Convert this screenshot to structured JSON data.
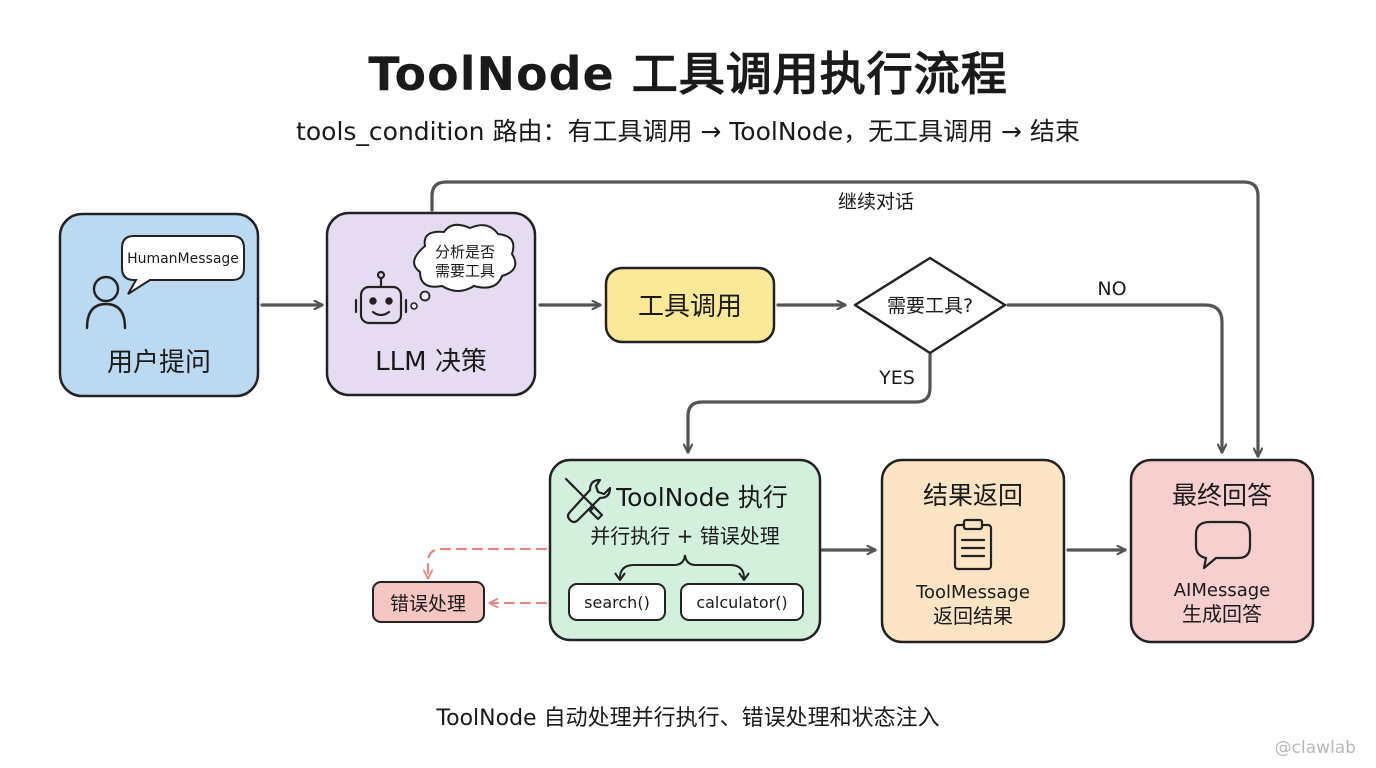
{
  "title": "ToolNode 工具调用执行流程",
  "subtitle": "tools_condition 路由：有工具调用 → ToolNode，无工具调用 → 结束",
  "footer": "ToolNode 自动处理并行执行、错误处理和状态注入",
  "watermark": "@clawlab",
  "colors": {
    "user": "#bcd9f2",
    "llm": "#e6dcf2",
    "tool_call": "#fbe99a",
    "toolnode": "#d3f0dc",
    "result": "#fde4c4",
    "final": "#f7cfcf",
    "error": "#f5c6c2",
    "line": "#555555"
  },
  "nodes": {
    "user": {
      "label": "用户提问",
      "bubble": "HumanMessage"
    },
    "llm": {
      "label": "LLM 决策",
      "thought_line1": "分析是否",
      "thought_line2": "需要工具"
    },
    "tool_call": {
      "label": "工具调用"
    },
    "decision": {
      "label": "需要工具?"
    },
    "toolnode": {
      "label": "ToolNode 执行",
      "sublabel": "并行执行 + 错误处理",
      "tools": [
        "search()",
        "calculator()"
      ]
    },
    "error": {
      "label": "错误处理"
    },
    "result": {
      "label": "结果返回",
      "line1": "ToolMessage",
      "line2": "返回结果"
    },
    "final": {
      "label": "最终回答",
      "line1": "AIMessage",
      "line2": "生成回答"
    }
  },
  "edges": {
    "continue": "继续对话",
    "no": "NO",
    "yes": "YES"
  }
}
